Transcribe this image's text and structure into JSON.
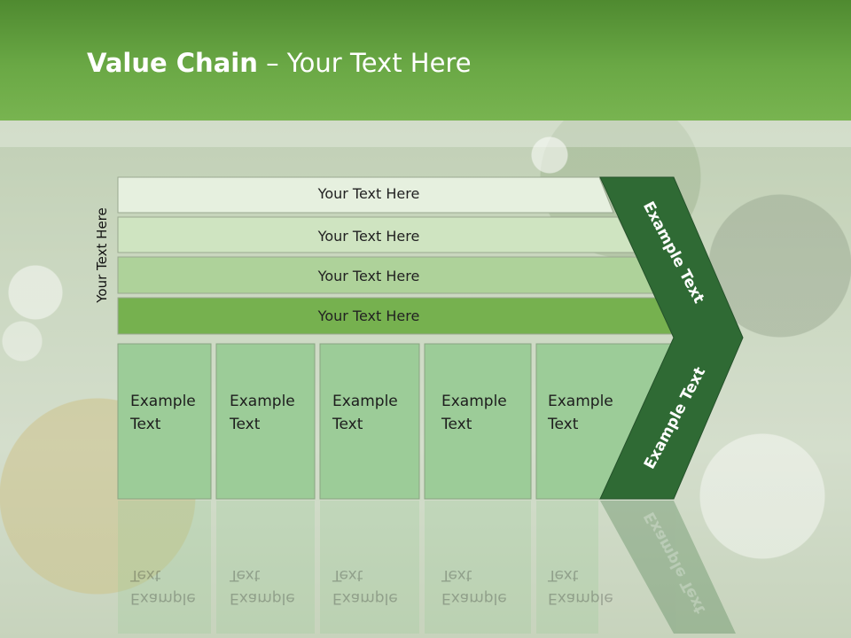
{
  "title": {
    "bold": "Value Chain",
    "rest": " – Your Text Here"
  },
  "side_label": "Your Text Here",
  "bars": [
    {
      "label": "Your Text Here"
    },
    {
      "label": "Your Text Here"
    },
    {
      "label": "Your Text Here"
    },
    {
      "label": "Your Text Here"
    }
  ],
  "cells": [
    {
      "line1": "Example",
      "line2": "Text"
    },
    {
      "line1": "Example",
      "line2": "Text"
    },
    {
      "line1": "Example",
      "line2": "Text"
    },
    {
      "line1": "Example",
      "line2": "Text"
    },
    {
      "line1": "Example",
      "line2": "Text"
    }
  ],
  "arrow": {
    "upper": "Example Text",
    "lower": "Example Text"
  },
  "colors": {
    "header": "#6aa845",
    "bar1": "#e6f0df",
    "bar2": "#cfe4c1",
    "bar3": "#aed29a",
    "bar4": "#76b14f",
    "cell": "#9ccc98",
    "arrow": "#2f6a34"
  }
}
